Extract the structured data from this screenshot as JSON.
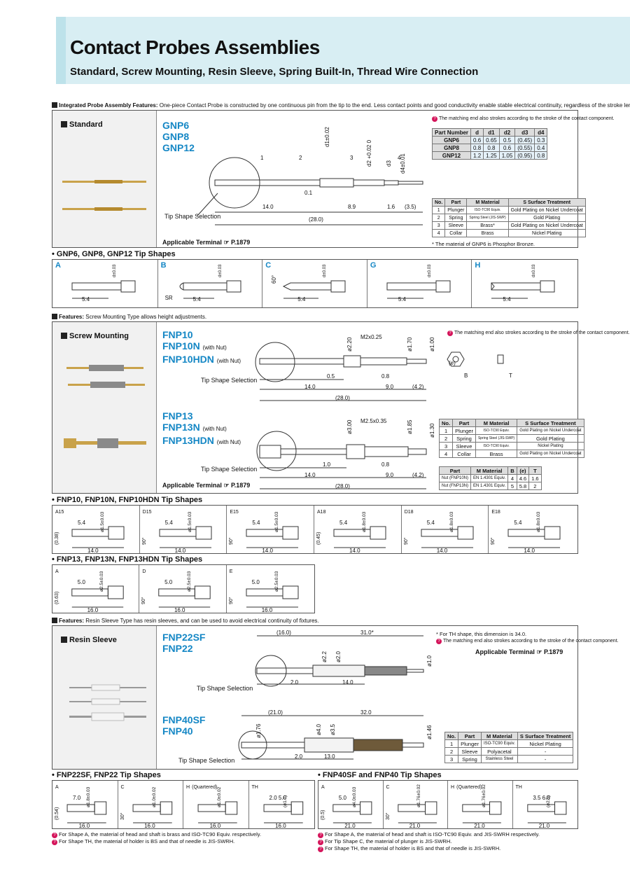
{
  "header": {
    "title": "Contact Probes Assemblies",
    "subtitle": "Standard, Screw Mounting, Resin Sleeve, Spring Built-In, Thread Wire Connection"
  },
  "feat1": {
    "label": "Integrated Probe Assembly Features:",
    "text": " One-piece Contact Probe is constructed by one continuous pin from the tip to the end. Less contact points and good conductivity enable stable electrical continuity, regardless of the stroke length."
  },
  "standard": {
    "section": "Standard",
    "models": [
      "GNP6",
      "GNP8",
      "GNP12"
    ],
    "note": "The matching end also strokes according to the stroke of the contact component.",
    "dims": {
      "d1": "d1±0.02",
      "d2": "d2 +0.02 0",
      "d3": "d3",
      "d4": "d4±0.01",
      "a": "0.1",
      "b": "14.0",
      "c": "8.9",
      "e": "1.6",
      "f": "(3.5)",
      "g": "(28.0)",
      "tip": "Tip Shape Selection",
      "n1": "1",
      "n2": "2",
      "n3": "3",
      "n4": "4"
    },
    "applicable": "Applicable Terminal",
    "applicable_page": "P.1879",
    "table1": {
      "headers": [
        "Part Number",
        "d",
        "d1",
        "d2",
        "d3",
        "d4"
      ],
      "rows": [
        [
          "GNP6",
          "0.6",
          "0.65",
          "0.5",
          "(0.45)",
          "0.3"
        ],
        [
          "GNP8",
          "0.8",
          "0.8",
          "0.6",
          "(0.55)",
          "0.4"
        ],
        [
          "GNP12",
          "1.2",
          "1.25",
          "1.05",
          "(0.95)",
          "0.8"
        ]
      ]
    },
    "table2": {
      "headers": [
        "No.",
        "Part",
        "Material",
        "Surface Treatment"
      ],
      "rows": [
        [
          "1",
          "Plunger",
          "ISO-TC90 Equiv.",
          "Gold Plating on Nickel Undercoat"
        ],
        [
          "2",
          "Spring",
          "Spring Steel (JIS-SWP)",
          "Gold Plating"
        ],
        [
          "3",
          "Sleeve",
          "Brass*",
          "Gold Plating on Nickel Undercoat"
        ],
        [
          "4",
          "Collar",
          "Brass",
          "Nickel Plating"
        ]
      ],
      "footnote": "* The material of GNP6 is Phosphor Bronze."
    }
  },
  "std_tips": {
    "title": "• GNP6, GNP8, GNP12 Tip Shapes",
    "cells": [
      {
        "label": "A",
        "dim": "5.4",
        "sr": ""
      },
      {
        "label": "B",
        "dim": "5.4",
        "sr": "SR"
      },
      {
        "label": "C",
        "dim": "5.4",
        "sr": "60°"
      },
      {
        "label": "G",
        "dim": "5.4",
        "sr": ""
      },
      {
        "label": "H",
        "dim": "5.4",
        "sr": ""
      }
    ],
    "dlabel": "d±0.03"
  },
  "feat2": {
    "label": "Features:",
    "text": " Screw Mounting Type allows height adjustments."
  },
  "screw": {
    "section": "Screw Mounting",
    "m1": {
      "a": "FNP10",
      "b": "FNP10N",
      "bs": "(with Nut)",
      "c": "FNP10HDN",
      "cs": "(with Nut)"
    },
    "m2": {
      "a": "FNP13",
      "b": "FNP13N",
      "bs": "(with Nut)",
      "c": "FNP13HDN",
      "cs": "(with Nut)"
    },
    "note": "The matching end also strokes according to the stroke of the contact component.",
    "d1": {
      "m": "M2x0.25",
      "phi1": "ø2.20",
      "phi2": "ø1.70",
      "phi3": "ø1.00",
      "a": "0.5",
      "b": "0.8",
      "c": "14.0",
      "d": "9.0",
      "e": "(4.2)",
      "f": "(28.0)",
      "tip": "Tip Shape Selection"
    },
    "d2": {
      "m": "M2.5x0.35",
      "phi1": "ø3.00",
      "phi2": "ø1.85",
      "phi3": "ø1.30",
      "a": "1.0",
      "b": "0.8",
      "c": "14.0",
      "d": "9.0",
      "e": "(4.2)",
      "f": "(28.0)",
      "tip": "Tip Shape Selection"
    },
    "nut": {
      "e": "(e)",
      "b": "B",
      "t": "T"
    },
    "applicable": "Applicable Terminal",
    "applicable_page": "P.1879",
    "table1": {
      "headers": [
        "No.",
        "Part",
        "Material",
        "Surface Treatment"
      ],
      "rows": [
        [
          "1",
          "Plunger",
          "ISO-TC90 Equiv.",
          "Gold Plating on Nickel Undercoat"
        ],
        [
          "2",
          "Spring",
          "Spring Steel (JIS-SWP)",
          "Gold Plating"
        ],
        [
          "3",
          "Sleeve",
          "ISO-TC90 Equiv.",
          "Nickel Plating"
        ],
        [
          "4",
          "Collar",
          "Brass",
          "Gold Plating on Nickel Undercoat"
        ]
      ]
    },
    "table2": {
      "headers": [
        "Part",
        "Material",
        "B",
        "(e)",
        "T"
      ],
      "rows": [
        [
          "Nut (FNP10N)",
          "EN 1.4301 Equiv.",
          "4",
          "4.6",
          "1.6"
        ],
        [
          "Nut (FNP13N)",
          "EN 1.4301 Equiv.",
          "5",
          "5.8",
          "2"
        ]
      ]
    }
  },
  "fnp10_tips": {
    "title": "• FNP10, FNP10N, FNP10HDN Tip Shapes",
    "cells": [
      {
        "label": "A15",
        "top": "5.4",
        "phi": "ø1.5±0.03",
        "side": "(0.38)",
        "bot": "14.0"
      },
      {
        "label": "D15",
        "top": "5.4",
        "phi": "ø1.5±0.03",
        "side": "90°",
        "bot": "14.0"
      },
      {
        "label": "E15",
        "top": "5.4",
        "phi": "ø1.5±0.03",
        "side": "90°",
        "bot": "14.0"
      },
      {
        "label": "A18",
        "top": "5.4",
        "phi": "ø1.8±0.03",
        "side": "(0.45)",
        "bot": "14.0"
      },
      {
        "label": "D18",
        "top": "5.4",
        "phi": "ø1.8±0.03",
        "side": "90°",
        "bot": "14.0"
      },
      {
        "label": "E18",
        "top": "5.4",
        "phi": "ø1.8±0.03",
        "side": "90°",
        "bot": "14.0"
      }
    ]
  },
  "fnp13_tips": {
    "title": "• FNP13, FNP13N, FNP13HDN Tip Shapes",
    "cells": [
      {
        "label": "A",
        "top": "5.0",
        "phi": "ø2.5±0.03",
        "side": "(0.63)",
        "bot": "16.0"
      },
      {
        "label": "D",
        "top": "5.0",
        "phi": "ø2.5±0.03",
        "side": "90°",
        "bot": "16.0"
      },
      {
        "label": "E",
        "top": "5.0",
        "phi": "ø2.5±0.03",
        "side": "90°",
        "bot": "16.0"
      }
    ]
  },
  "feat3": {
    "label": "Features:",
    "text": " Resin Sleeve Type has resin sleeves, and can be used to avoid electrical continuity of fixtures."
  },
  "resin": {
    "section": "Resin Sleeve",
    "m1": [
      "FNP22SF",
      "FNP22"
    ],
    "m2": [
      "FNP40SF",
      "FNP40"
    ],
    "th_note": "* For TH shape, this dimension is 34.0.",
    "note": "The matching end also strokes according to the stroke of the contact component.",
    "applicable": "Applicable Terminal",
    "applicable_page": "P.1879",
    "d1": {
      "a": "(16.0)",
      "b": "31.0*",
      "p1": "ø2.2",
      "p2": "ø2.0",
      "p3": "ø1.0",
      "c": "2.0",
      "d": "14.0",
      "tip": "Tip Shape Selection"
    },
    "d2": {
      "a": "(21.0)",
      "b": "32.0",
      "p0": "ø1.76",
      "p1": "ø4.0",
      "p2": "ø3.5",
      "p3": "ø1.46",
      "c": "2.0",
      "d": "13.0",
      "tip": "Tip Shape Selection"
    },
    "table": {
      "headers": [
        "No.",
        "Part",
        "Material",
        "Surface Treatment"
      ],
      "rows": [
        [
          "1",
          "Plunger",
          "ISO-TC90 Equiv.",
          "Nickel Plating"
        ],
        [
          "2",
          "Sleeve",
          "Polyacetal",
          "-"
        ],
        [
          "3",
          "Spring",
          "Stainless Steel",
          "-"
        ]
      ]
    }
  },
  "fnp22_tips": {
    "title": "• FNP22SF, FNP22 Tip Shapes",
    "cells": [
      {
        "label": "A",
        "sub": "",
        "top": "7.0",
        "phi": "ø1.8±0.03",
        "side": "(0.54)",
        "bot": "16.0"
      },
      {
        "label": "C",
        "sub": "",
        "top": "",
        "phi": "ø1.0±0.02",
        "side": "30°",
        "bot": "16.0"
      },
      {
        "label": "H",
        "sub": "(Quartered)",
        "top": "",
        "phi": "ø1.0±0.02",
        "side": "",
        "bot": "16.0"
      },
      {
        "label": "TH",
        "sub": "",
        "top": "2.0   5.0",
        "phi": "(ø1.7)",
        "side": "",
        "bot": "16.0"
      }
    ],
    "foot": [
      "For Shape A, the material of head and shaft is brass and ISO-TC90 Equiv. respectively.",
      "For Shape TH, the material of holder is BS and that of needle is JIS-SWRH."
    ]
  },
  "fnp40_tips": {
    "title": "• FNP40SF and FNP40 Tip Shapes",
    "cells": [
      {
        "label": "A",
        "sub": "",
        "top": "5.0",
        "phi": "ø4.0±0.03",
        "side": "(0.5)",
        "bot": "21.0"
      },
      {
        "label": "C",
        "sub": "",
        "top": "",
        "phi": "ø1.76±0.02",
        "side": "30°",
        "bot": "21.0"
      },
      {
        "label": "H",
        "sub": "(Quartered)",
        "top": "",
        "phi": "ø1.76±0.02",
        "side": "",
        "bot": "21.0"
      },
      {
        "label": "TH",
        "sub": "",
        "top": "3.5   6.0",
        "phi": "(ø2.5)",
        "side": "",
        "bot": "21.0"
      }
    ],
    "foot": [
      "For Shape A, the material of head and shaft is ISO-TC90 Equiv. and JIS-SWRH respectively.",
      "For Tip Shape C, the material of plunger is JIS-SWRH.",
      "For Shape TH, the material of holder is BS and that of needle is JIS-SWRH."
    ]
  },
  "marks": {
    "material": "M",
    "surface": "S",
    "bulb": "?"
  }
}
